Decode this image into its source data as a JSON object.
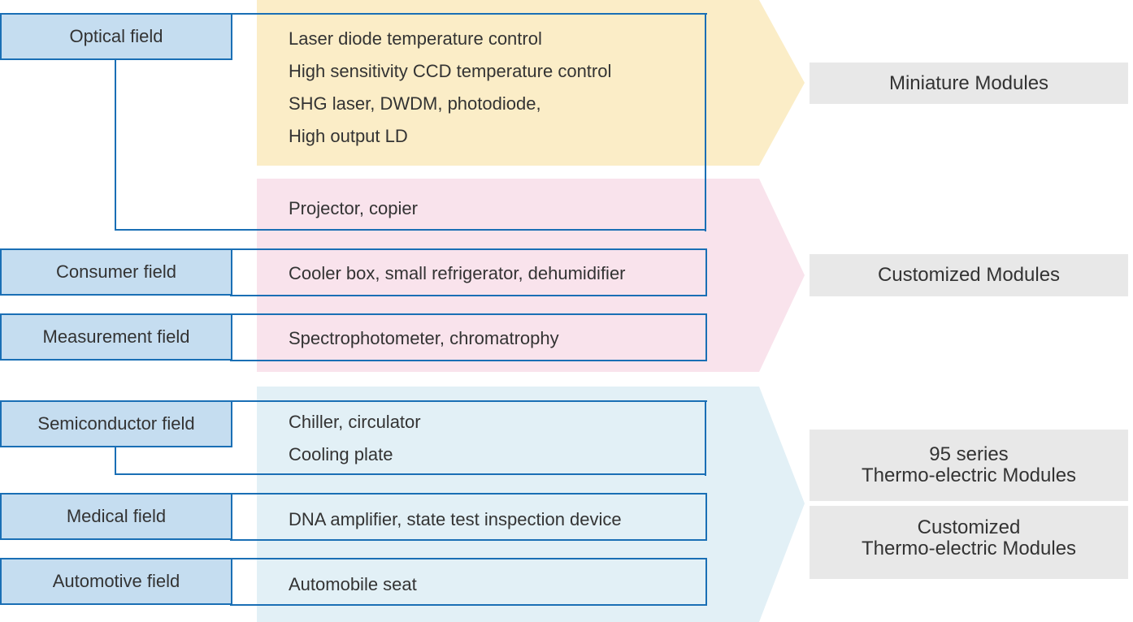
{
  "colors": {
    "field_fill": "#c5ddf0",
    "line_blue": "#1a6fb5",
    "band_yellow": "#fbedc7",
    "band_pink": "#f9e3ec",
    "band_blue": "#e2f0f6",
    "module_grey": "#e8e8e8",
    "text": "#333333"
  },
  "fields": [
    {
      "label": "Optical field"
    },
    {
      "label": "Consumer field"
    },
    {
      "label": "Measurement field"
    },
    {
      "label": "Semiconductor field"
    },
    {
      "label": "Medical field"
    },
    {
      "label": "Automotive field"
    }
  ],
  "applications": {
    "optical_miniature": [
      "Laser diode temperature control",
      "High sensitivity CCD temperature control",
      "SHG laser, DWDM, photodiode,",
      "High output LD"
    ],
    "optical_customized": [
      "Projector, copier"
    ],
    "consumer": [
      "Cooler box, small refrigerator, dehumidifier"
    ],
    "measurement": [
      "Spectrophotometer, chromatrophy"
    ],
    "semiconductor": [
      "Chiller, circulator",
      "Cooling plate"
    ],
    "medical": [
      "DNA amplifier, state test inspection device"
    ],
    "automotive": [
      "Automobile seat"
    ]
  },
  "modules": [
    {
      "lines": [
        "Miniature Modules"
      ]
    },
    {
      "lines": [
        "Customized Modules"
      ]
    },
    {
      "lines": [
        "95 series",
        "Thermo-electric Modules"
      ]
    },
    {
      "lines": [
        "Customized",
        "Thermo-electric Modules"
      ]
    }
  ]
}
